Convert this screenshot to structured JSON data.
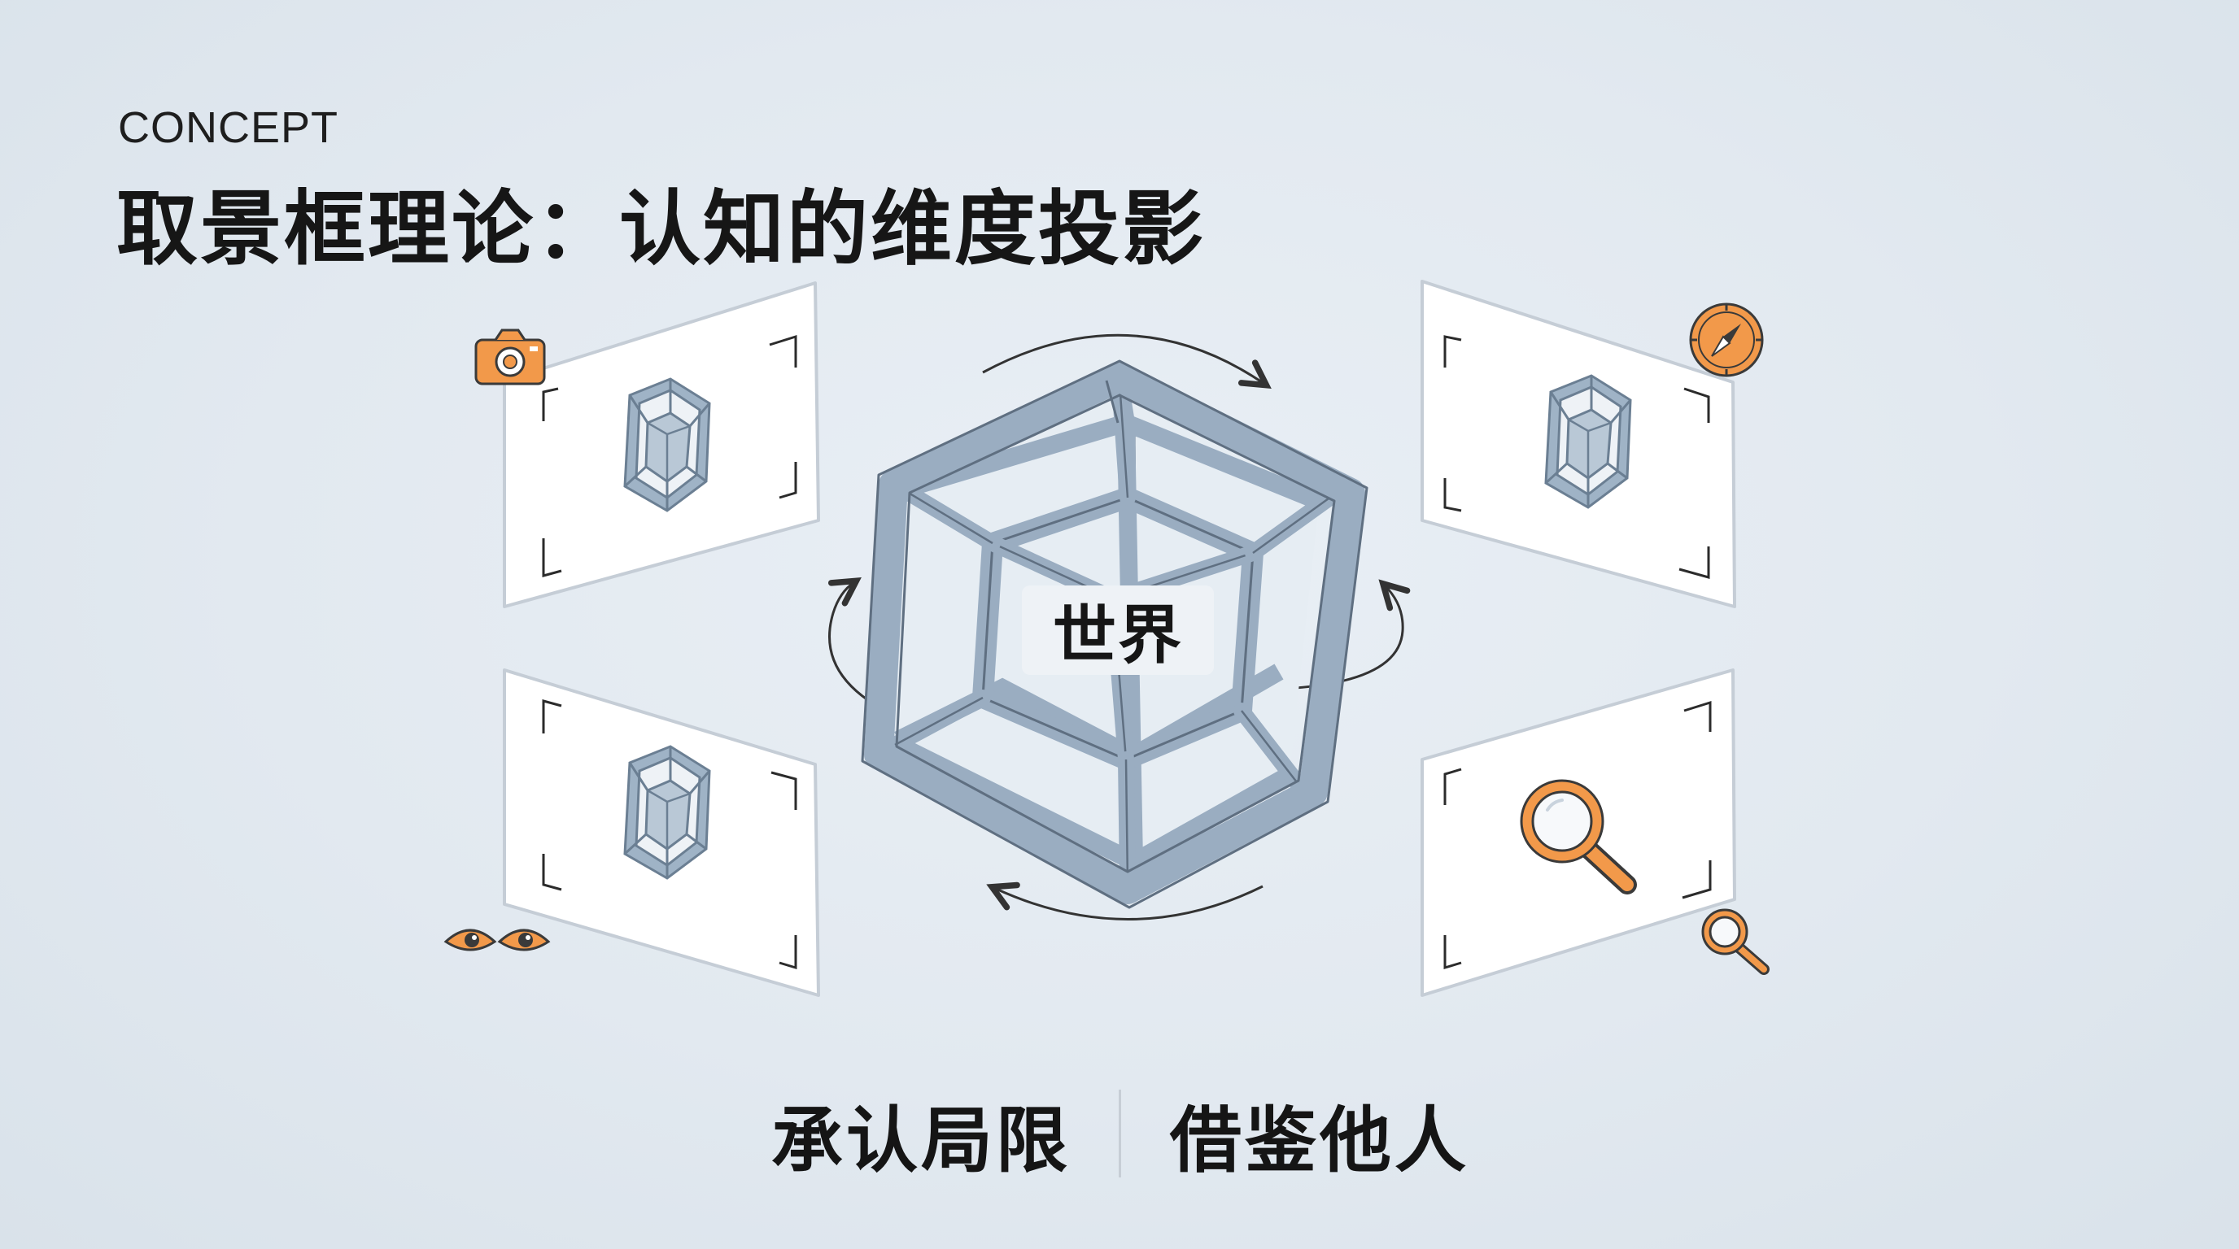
{
  "header": {
    "kicker": "CONCEPT",
    "title": "取景框理论：认知的维度投影"
  },
  "diagram": {
    "center_label": "世界",
    "frames": [
      {
        "id": "top-left",
        "badge_icon": "camera-icon"
      },
      {
        "id": "top-right",
        "badge_icon": "compass-icon"
      },
      {
        "id": "bottom-left",
        "badge_icon": "eyes-icon"
      },
      {
        "id": "bottom-right",
        "badge_icon": "magnifier-icon"
      }
    ],
    "accent_color": "#f2994a",
    "frame_color": "#8c9bad"
  },
  "footer": {
    "left_text": "承认局限",
    "right_text": "借鉴他人"
  }
}
